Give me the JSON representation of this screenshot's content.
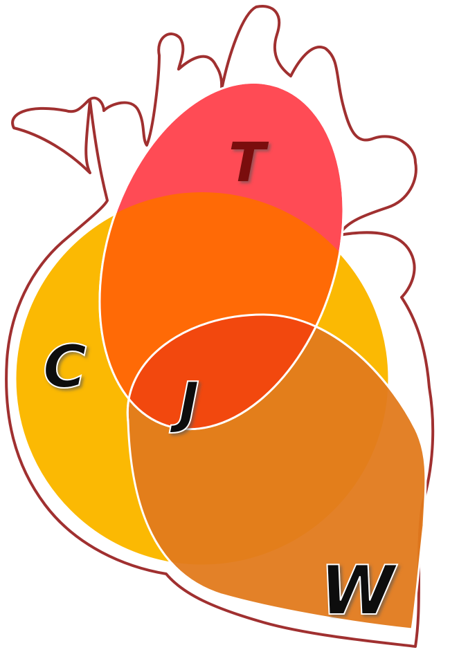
{
  "labels": {
    "t": "T",
    "c": "C",
    "j": "J",
    "w": "W"
  },
  "colors": {
    "outline": "#a03030",
    "t_region": "#ff4b55",
    "c_region": "#fbb903",
    "overlap_tc": "#ff6a06",
    "j_region": "#f2480e",
    "w_region": "#e27a1c",
    "label_dark": "#111111",
    "label_t": "#7a0b0b"
  }
}
